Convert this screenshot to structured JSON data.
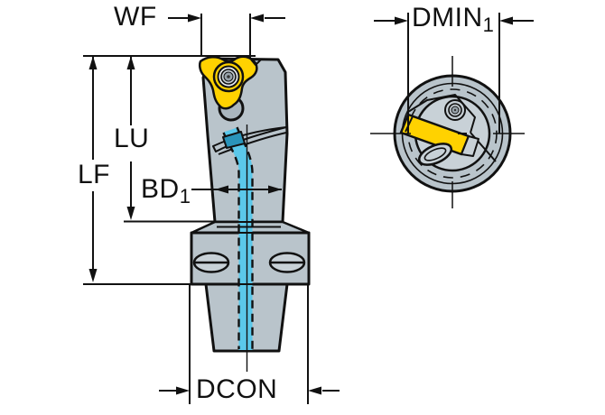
{
  "drawing": {
    "description": "Tool holder dimensional drawing, side view and coupling end view",
    "views": {
      "side_view": "side-view",
      "end_view": "end-view"
    }
  },
  "labels": {
    "wf": {
      "text": "WF"
    },
    "lf": {
      "text": "LF"
    },
    "lu": {
      "text": "LU"
    },
    "bd": {
      "text": "BD",
      "sub": "1"
    },
    "dmin": {
      "text": "DMIN",
      "sub": "1"
    },
    "dcon": {
      "text": "DCON"
    }
  },
  "colors": {
    "body": "#b9c4cb",
    "body_light": "#c8d1d7",
    "hole_gray": "#aab6be",
    "insert_yellow": "#ffd200",
    "screw_face": "#e9edef",
    "screw_inner": "#c3cbd1",
    "torx_gray": "#97a2aa",
    "coolant_blue": "#5bc8ea",
    "nozzle_blue": "#2a94ba",
    "outline": "#111111",
    "background": "#ffffff"
  }
}
